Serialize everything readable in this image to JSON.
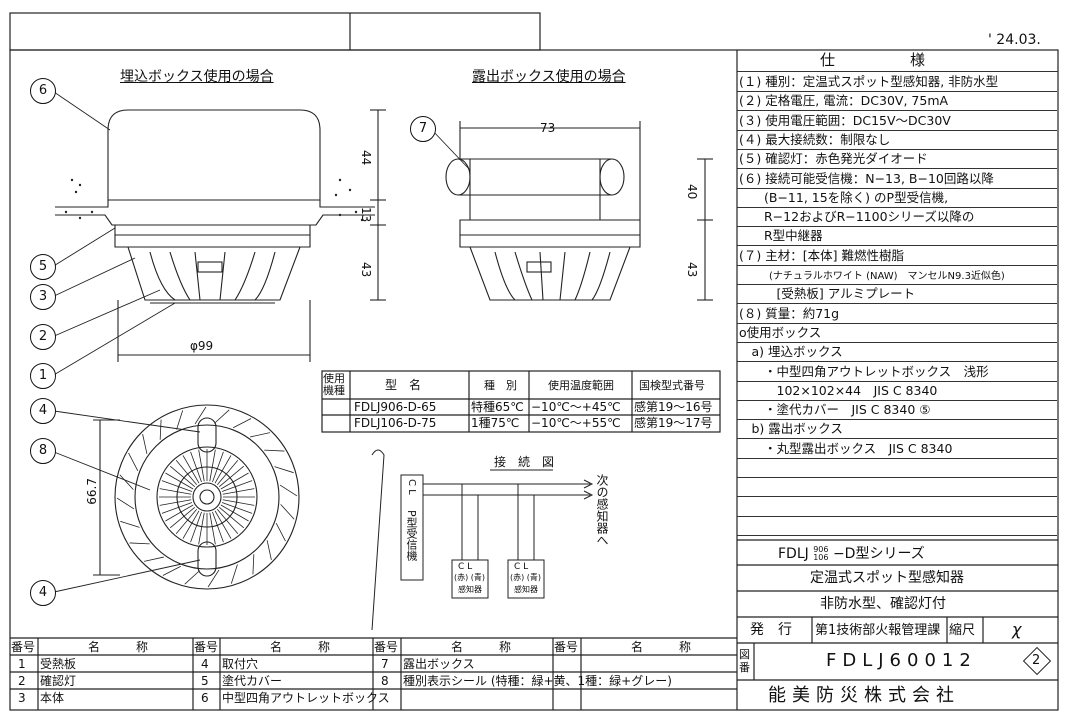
{
  "date": "' 24.03.",
  "spec": {
    "title": "仕　　　　　様",
    "lines": [
      "(１) 種別：定温式スポット型感知器, 非防水型",
      "(２) 定格電圧, 電流：DC30V, 75mA",
      "(３) 使用電圧範囲：DC15V〜DC30V",
      "(４) 最大接続数：制限なし",
      "(５) 確認灯：赤色発光ダイオード",
      "(６) 接続可能受信機：N−13, B−10回路以降",
      "　　(B−11, 15を除く) のP型受信機,",
      "　　R−12およびR−1100シリーズ以降の",
      "　　R型中継器",
      "(７) 主材：[本体] 難燃性樹脂",
      "　　　(ナチュラルホワイト (NAW)　マンセルN9.3近似色)",
      "　　　[受熱板] アルミプレート",
      "(８) 質量：約71g",
      "o使用ボックス",
      "　a) 埋込ボックス",
      "　　・中型四角アウトレットボックス　浅形",
      "　　　102×102×44　JIS C 8340",
      "　　・塗代カバー　JIS C 8340 ⑤",
      "　b) 露出ボックス",
      "　　・丸型露出ボックス　JIS C 8340"
    ]
  },
  "titleblock": {
    "series_prefix": "FDLJ",
    "series_top": "906",
    "series_bottom": "106",
    "series_suffix": "−D型シリーズ",
    "product": "定温式スポット型感知器",
    "subtitle": "非防水型、確認灯付",
    "issue_label": "発　行",
    "issuer": "第1技術部火報管理課",
    "scale_label": "縮尺",
    "scale_value": "χ",
    "drawing_no_label": "図番",
    "drawing_no": "FDLJ60012",
    "revision": "2",
    "company": "能美防災株式会社"
  },
  "drawing": {
    "flush_title": "埋込ボックス使用の場合",
    "surface_title": "露出ボックス使用の場合",
    "dims": {
      "d44": "44",
      "d13": "13",
      "d43a": "43",
      "d73": "73",
      "d40": "40",
      "d43b": "43",
      "d99": "φ99",
      "d667": "66.7"
    },
    "callouts": [
      "6",
      "5",
      "3",
      "2",
      "1",
      "7",
      "4",
      "8",
      "4"
    ]
  },
  "model_table": {
    "headers": [
      "使用機種",
      "型　名",
      "種　別",
      "使用温度範囲",
      "国検型式番号"
    ],
    "rows": [
      [
        "",
        "FDLJ906-D-65",
        "特種65℃",
        "−10℃〜+45℃",
        "感第19〜16号"
      ],
      [
        "",
        "FDLJ106-D-75",
        "1種75℃",
        "−10℃〜+55℃",
        "感第19〜17号"
      ]
    ]
  },
  "wiring": {
    "title": "接　続　図",
    "receiver": "P型受信機",
    "receiver_terms": "C L",
    "next": "次の感知器へ",
    "det_terms": "C L",
    "det_colors": "(赤) (青)",
    "det_label": "感知器"
  },
  "parts": {
    "headers": [
      "番号",
      "名　　　称"
    ],
    "items": [
      [
        "1",
        "受熱板"
      ],
      [
        "2",
        "確認灯"
      ],
      [
        "3",
        "本体"
      ],
      [
        "4",
        "取付穴"
      ],
      [
        "5",
        "塗代カバー"
      ],
      [
        "6",
        "中型四角アウトレットボックス"
      ],
      [
        "7",
        "露出ボックス"
      ],
      [
        "8",
        "種別表示シール (特種：緑+黄、1種：緑+グレー)"
      ],
      [
        "",
        ""
      ]
    ]
  }
}
